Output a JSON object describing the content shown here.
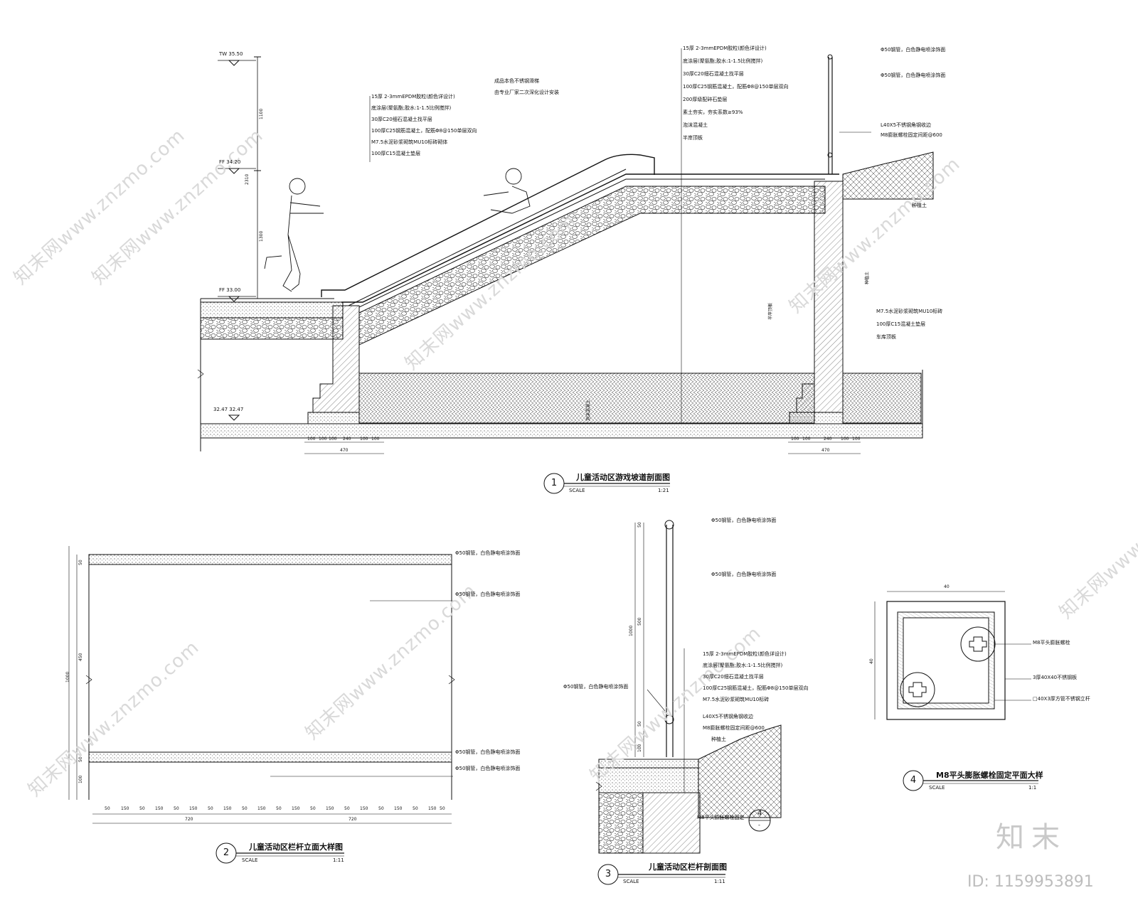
{
  "watermark": {
    "text": "知末网www.znzmo.com",
    "brand": "知末",
    "id_label": "ID: 1159953891"
  },
  "figure1": {
    "num": "1",
    "title": "儿童活动区游戏坡道剖面图",
    "scale_label": "SCALE",
    "scale_value": "1:21",
    "elev_tw": "TW 35.50",
    "elev_ff1": "FF 34.20",
    "elev_ff2": "FF 33.00",
    "elev_bot": "32.47 32.47",
    "left_callouts": [
      "15厚 2-3mmEPDM胶粒(颜色详设计)",
      "底涂层(聚氨酯;胶水:1-1.5比例搅拌)",
      "30厚C20细石混凝土找平层",
      "100厚C25钢筋混凝土，配筋Φ8@150单层双向",
      "M7.5水泥砂浆砌筑MU10标砖砌体",
      "100厚C15混凝土垫层"
    ],
    "slide_note": [
      "成品本色不锈钢滑梯",
      "由专业厂家二次深化设计安装"
    ],
    "mid_callouts": [
      "15厚 2-3mmEPDM胶粒(颜色详设计)",
      "底涂层(聚氨酯;胶水:1-1.5比例搅拌)",
      "30厚C20细石混凝土找平层",
      "100厚C25钢筋混凝土，配筋Φ8@150单层双向",
      "200厚级配碎石垫层",
      "素土夯实，夯实系数≥93%",
      "泡沫混凝土",
      "半岸顶板"
    ],
    "right_callouts": [
      "Φ50钢管，白色静电喷涂饰面",
      "Φ50钢管，白色静电喷涂饰面",
      "L40X5不锈钢角钢收边",
      "M8膨胀螺栓固定间距@600",
      "种植土"
    ],
    "right_low_callouts": [
      "M7.5水泥砂浆砌筑MU10标砖",
      "100厚C15混凝土垫层",
      "车库顶板"
    ],
    "vert_label_1": "泡沫混凝土",
    "vert_label_2": "半岸顶板",
    "vert_label_3": "种植土",
    "dims_left": [
      "100",
      "100",
      "100",
      "240",
      "100",
      "100"
    ],
    "dims_left_total": "470",
    "dims_right": [
      "100",
      "100",
      "240",
      "100",
      "100"
    ],
    "dims_right_total": "470",
    "dims_vert": [
      "1100",
      "2310",
      "1300"
    ]
  },
  "figure2": {
    "num": "2",
    "title": "儿童活动区栏杆立面大样图",
    "scale_label": "SCALE",
    "scale_value": "1:11",
    "callouts": [
      "Φ50钢管，白色静电喷涂饰面",
      "Φ50钢管，白色静电喷涂饰面",
      "Φ50钢管，白色静电喷涂饰面",
      "Φ50钢管，白色静电喷涂饰面"
    ],
    "dims_bottom": [
      "50",
      "150",
      "50",
      "150",
      "50",
      "150",
      "50",
      "150",
      "50",
      "150",
      "50",
      "150",
      "50",
      "150",
      "50",
      "150",
      "50",
      "150",
      "50",
      "150",
      "50",
      "150",
      "50"
    ],
    "dims_total_left": "720",
    "dims_total_right": "720",
    "dims_vert": [
      "50",
      "450",
      "50",
      "100"
    ],
    "dims_vert_total": "1000"
  },
  "figure3": {
    "num": "3",
    "title": "儿童活动区栏杆剖面图",
    "scale_label": "SCALE",
    "scale_value": "1:11",
    "callouts": [
      "Φ50钢管，白色静电喷涂饰面",
      "Φ50钢管，白色静电喷涂饰面",
      "15厚 2-3mmEPDM胶粒(颜色详设计)",
      "底涂层(聚氨酯;胶水:1-1.5比例搅拌)",
      "30厚C20细石混凝土找平层",
      "100厚C25钢筋混凝土，配筋Φ8@150单层双向",
      "M7.5水泥砂浆砌筑MU10标砖",
      "L40X5不锈钢角钢收边",
      "M8膨胀螺栓固定间距@600",
      "种植土",
      "M8平头膨胀螺栓固定"
    ],
    "left_callout": "Φ50钢管，白色静电喷涂饰面",
    "ref_num": "4",
    "ref_sub": "-",
    "dims_vert": [
      "50",
      "500",
      "1000",
      "50",
      "100"
    ]
  },
  "figure4": {
    "num": "4",
    "title": "M8平头膨胀螺栓固定平面大样",
    "scale_label": "SCALE",
    "scale_value": "1:1",
    "dim_top": "40",
    "dim_left": "40",
    "callouts": [
      "M8平头膨胀螺栓",
      "3厚40X40不锈钢板",
      "□40X3厚方管不锈钢立杆"
    ]
  }
}
